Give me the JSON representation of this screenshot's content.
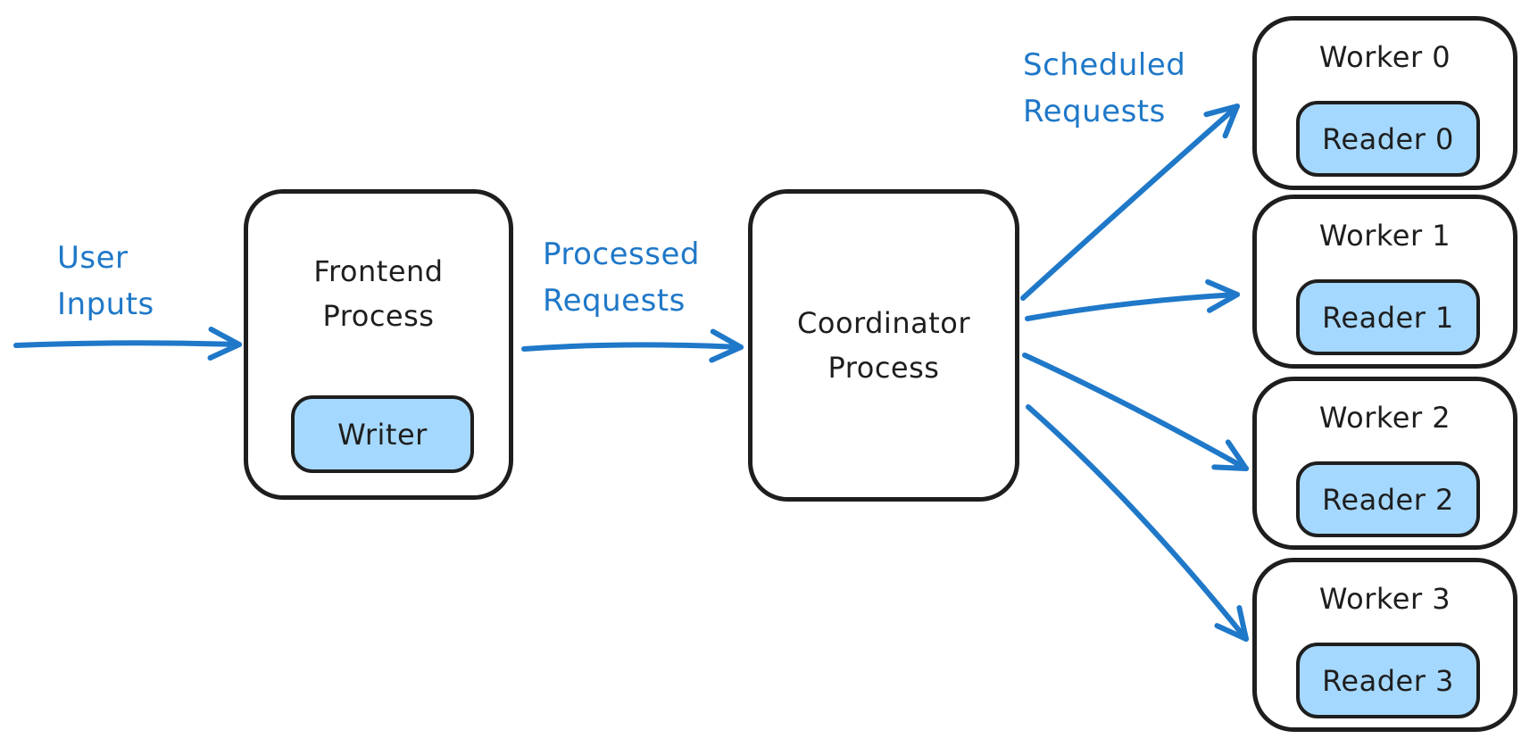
{
  "colors": {
    "background": "#ffffff",
    "stroke_black": "#1e1e1e",
    "accent_blue": "#1f78c8",
    "fill_light_blue": "#a5d8ff"
  },
  "edge_labels": {
    "user_inputs": {
      "line1": "User",
      "line2": "Inputs"
    },
    "processed_requests": {
      "line1": "Processed",
      "line2": "Requests"
    },
    "scheduled_requests": {
      "line1": "Scheduled",
      "line2": "Requests"
    }
  },
  "nodes": {
    "frontend": {
      "title_line1": "Frontend",
      "title_line2": "Process",
      "inner": "Writer"
    },
    "coordinator": {
      "title_line1": "Coordinator",
      "title_line2": "Process"
    },
    "workers": [
      {
        "title": "Worker 0",
        "inner": "Reader 0"
      },
      {
        "title": "Worker 1",
        "inner": "Reader 1"
      },
      {
        "title": "Worker 2",
        "inner": "Reader 2"
      },
      {
        "title": "Worker 3",
        "inner": "Reader 3"
      }
    ]
  },
  "edges": [
    {
      "from": "user",
      "to": "frontend-process",
      "label": "User Inputs"
    },
    {
      "from": "frontend-process",
      "to": "coordinator-process",
      "label": "Processed Requests"
    },
    {
      "from": "coordinator-process",
      "to": "worker-0",
      "label": "Scheduled Requests"
    },
    {
      "from": "coordinator-process",
      "to": "worker-1",
      "label": ""
    },
    {
      "from": "coordinator-process",
      "to": "worker-2",
      "label": ""
    },
    {
      "from": "coordinator-process",
      "to": "worker-3",
      "label": ""
    }
  ]
}
